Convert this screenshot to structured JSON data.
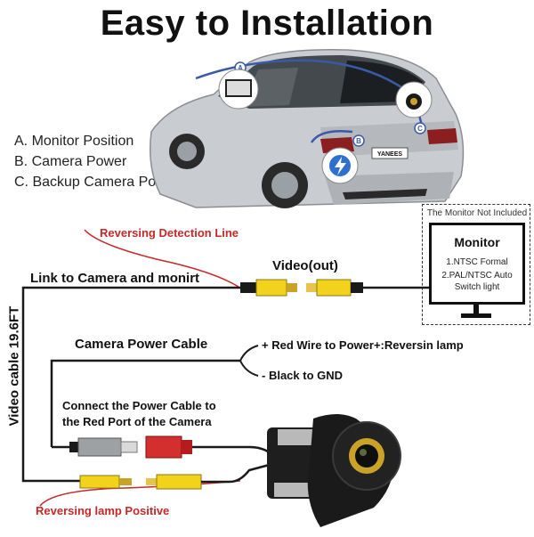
{
  "title": "Easy to Installation",
  "legend": [
    "A. Monitor Position",
    "B. Camera Power",
    "C. Backup Camera Position"
  ],
  "car_markers": [
    "A",
    "B",
    "C"
  ],
  "car_plate": "YANEES",
  "labels": {
    "reversing_detection_line": "Reversing Detection Line",
    "link_to_camera": "Link to Camera and monirt",
    "video_out": "Video(out)",
    "camera_power_cable": "Camera Power Cable",
    "red_wire": "+ Red Wire to Power+:Reversin lamp",
    "black_gnd": "- Black to GND",
    "connect_power_1": "Connect the Power Cable to",
    "connect_power_2": "the Red Port of the Camera",
    "reversing_lamp_positive": "Reversing lamp Positive",
    "video_cable": "Video cable 19.6FT"
  },
  "monitor": {
    "note": "The Monitor Not Included",
    "title": "Monitor",
    "line1": "1.NTSC Formal",
    "line2": "2.PAL/NTSC Auto",
    "line3": "Switch light"
  },
  "colors": {
    "rca_yellow": "#f2d21b",
    "power_red": "#d32f2f",
    "cable_black": "#1a1a1a",
    "path_blue": "#3a5aa8",
    "callout_red": "#c62828"
  }
}
